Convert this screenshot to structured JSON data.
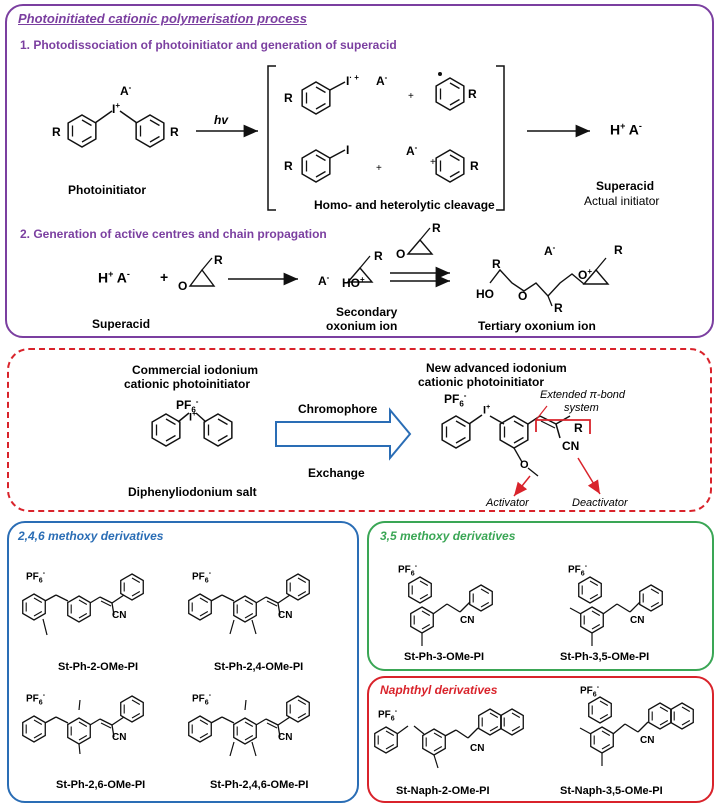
{
  "panel1": {
    "title": "Photoinitiated cationic polymerisation process",
    "step1": "1. Photodissociation of photoinitiator and generation of superacid",
    "step2": "2. Generation of active centres and chain propagation",
    "photoinitiator_label": "Photoinitiator",
    "hv": "hv",
    "cleavage_label": "Homo- and heterolytic cleavage",
    "superacid_label": "Superacid",
    "actual_initiator": "Actual initiator",
    "superacid_label2": "Superacid",
    "secondary_label_1": "Secondary",
    "secondary_label_2": "oxonium ion",
    "tertiary_label": "Tertiary oxonium ion"
  },
  "panel2": {
    "commercial_1": "Commercial iodonium",
    "commercial_2": "cationic photoinitiator",
    "new_1": "New advanced iodonium",
    "new_2": "cationic photoinitiator",
    "chromophore": "Chromophore",
    "exchange": "Exchange",
    "diphenyl_label": "Diphenyliodonium salt",
    "extended_1": "Extended π-bond",
    "extended_2": "system",
    "activator": "Activator",
    "deactivator": "Deactivator"
  },
  "panel3": {
    "title": "2,4,6 methoxy derivatives",
    "c1": "St-Ph-2-OMe-PI",
    "c2": "St-Ph-2,4-OMe-PI",
    "c3": "St-Ph-2,6-OMe-PI",
    "c4": "St-Ph-2,4,6-OMe-PI"
  },
  "panel4": {
    "title": "3,5 methoxy derivatives",
    "c1": "St-Ph-3-OMe-PI",
    "c2": "St-Ph-3,5-OMe-PI"
  },
  "panel5": {
    "title": "Naphthyl derivatives",
    "c1": "St-Naph-2-OMe-PI",
    "c2": "St-Naph-3,5-OMe-PI"
  },
  "colors": {
    "purple": "#7b3fa0",
    "red": "#d9232b",
    "blue": "#2a6db5",
    "green": "#3aa655"
  }
}
